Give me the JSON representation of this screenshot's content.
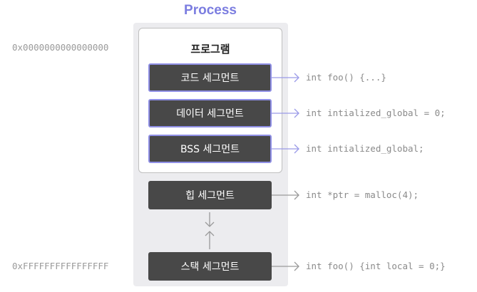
{
  "title": "Process",
  "program_label": "프로그램",
  "addresses": {
    "low": "0x0000000000000000",
    "high": "0xFFFFFFFFFFFFFFFF"
  },
  "segments": [
    {
      "label": "코드 세그먼트",
      "code": "int foo() {...}"
    },
    {
      "label": "데이터 세그먼트",
      "code": "int intialized_global = 0;"
    },
    {
      "label": "BSS 세그먼트",
      "code": "int intialized_global;"
    },
    {
      "label": "힙 세그먼트",
      "code": "int *ptr = malloc(4);"
    },
    {
      "label": "스택 세그먼트",
      "code": "int foo() {int local = 0;}"
    }
  ],
  "colors": {
    "accent": "#7b7de0",
    "segment_border": "#8f8fe6",
    "segment_fill": "#484848",
    "arrow_purple": "#9a9ae8",
    "arrow_gray": "#9a9a9a"
  }
}
